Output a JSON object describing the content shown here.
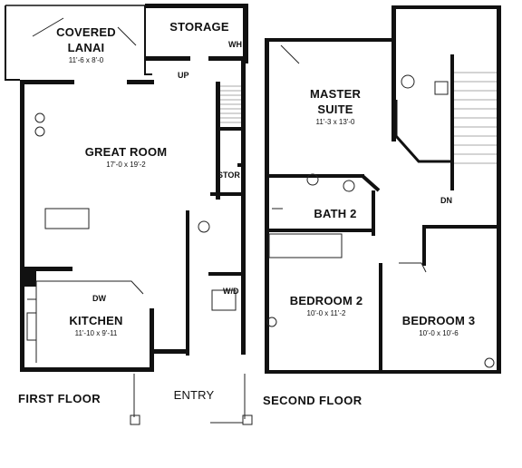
{
  "first_floor": {
    "label": "FIRST FLOOR",
    "rooms": {
      "lanai": {
        "name_line1": "COVERED",
        "name_line2": "LANAI",
        "dims": "11'-6 x 8'-0"
      },
      "storage": {
        "name": "STORAGE"
      },
      "great_room": {
        "name": "GREAT ROOM",
        "dims": "17'-0 x 19'-2"
      },
      "kitchen": {
        "name": "KITCHEN",
        "dims": "11'-10 x 9'-11"
      },
      "entry": {
        "name": "ENTRY"
      }
    },
    "labels": {
      "wh": "WH",
      "up": "UP",
      "stor": "STOR",
      "dw": "DW",
      "wd": "W/D"
    }
  },
  "second_floor": {
    "label": "SECOND FLOOR",
    "rooms": {
      "master_suite": {
        "name_line1": "MASTER",
        "name_line2": "SUITE",
        "dims": "11'-3 x 13'-0"
      },
      "bath2": {
        "name": "BATH 2"
      },
      "bedroom2": {
        "name": "BEDROOM 2",
        "dims": "10'-0 x 11'-2"
      },
      "bedroom3": {
        "name": "BEDROOM 3",
        "dims": "10'-0 x 10'-6"
      }
    },
    "labels": {
      "dn": "DN"
    }
  }
}
